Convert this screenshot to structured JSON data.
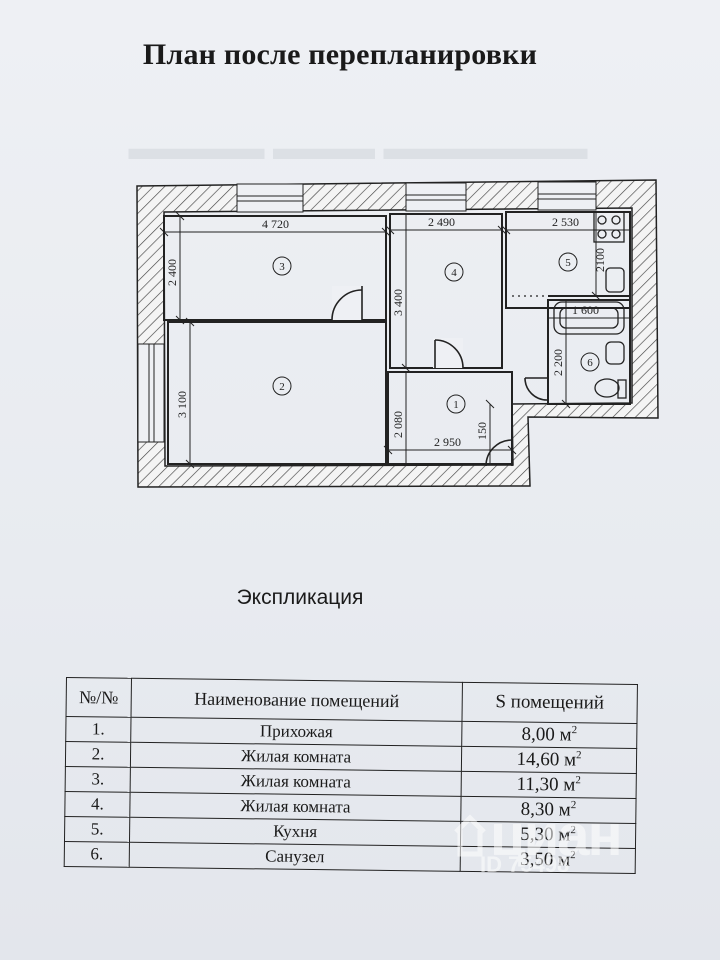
{
  "page": {
    "title": "План после перепланировки"
  },
  "plan": {
    "dimensions": {
      "d4720": "4 720",
      "d2490": "2 490",
      "d2530": "2 530",
      "d2400": "2 400",
      "d3400": "3 400",
      "d2100": "2100",
      "d1600": "1 600",
      "d2200": "2 200",
      "d3100": "3 100",
      "d2080": "2 080",
      "d2950": "2 950",
      "d150": "150"
    },
    "room_numbers": [
      "1",
      "2",
      "3",
      "4",
      "5",
      "6"
    ]
  },
  "explication": {
    "heading": "Экспликация",
    "columns": [
      "№/№",
      "Наименование помещений",
      "S помещений"
    ],
    "rows": [
      {
        "n": "1.",
        "name": "Прихожая",
        "area": "8,00 м",
        "unit_sup": "2"
      },
      {
        "n": "2.",
        "name": "Жилая комната",
        "area": "14,60 м",
        "unit_sup": "2"
      },
      {
        "n": "3.",
        "name": "Жилая комната",
        "area": "11,30 м",
        "unit_sup": "2"
      },
      {
        "n": "4.",
        "name": "Жилая комната",
        "area": "8,30 м",
        "unit_sup": "2"
      },
      {
        "n": "5.",
        "name": "Кухня",
        "area": "5,30 м",
        "unit_sup": "2"
      },
      {
        "n": "6.",
        "name": "Санузел",
        "area": "3,50 м",
        "unit_sup": "2"
      }
    ]
  },
  "watermark": {
    "logo": "циан",
    "id": "ID 75498"
  }
}
